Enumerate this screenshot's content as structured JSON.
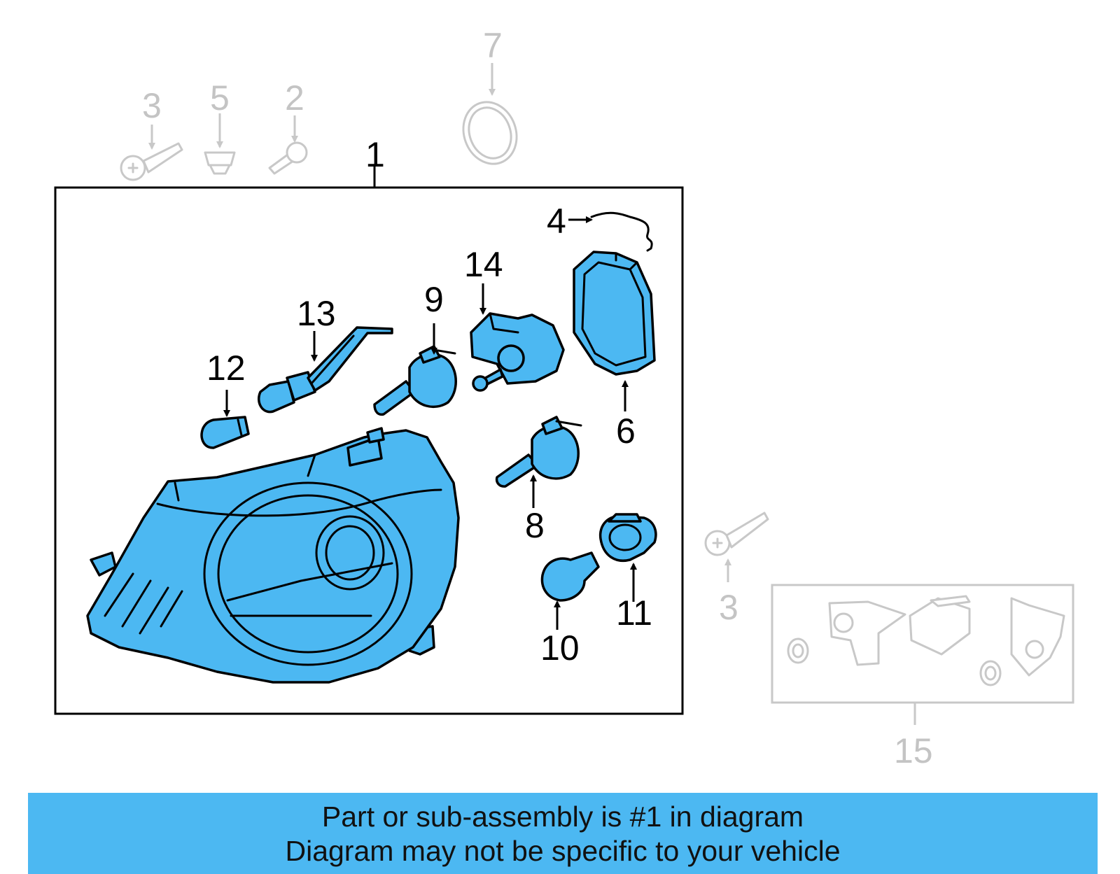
{
  "colors": {
    "part_fill": "#4cb8f2",
    "banner_bg": "#4cb8f2",
    "active_label": "#000000",
    "inactive_label": "#c4c4c4"
  },
  "callouts": {
    "c1": "1",
    "c2": "2",
    "c3a": "3",
    "c3b": "3",
    "c4": "4",
    "c5": "5",
    "c6": "6",
    "c7": "7",
    "c8": "8",
    "c9": "9",
    "c10": "10",
    "c11": "11",
    "c12": "12",
    "c13": "13",
    "c14": "14",
    "c15": "15"
  },
  "banner": {
    "line1": "Part or sub-assembly is #1 in diagram",
    "line2": "Diagram may not be specific to your vehicle"
  }
}
